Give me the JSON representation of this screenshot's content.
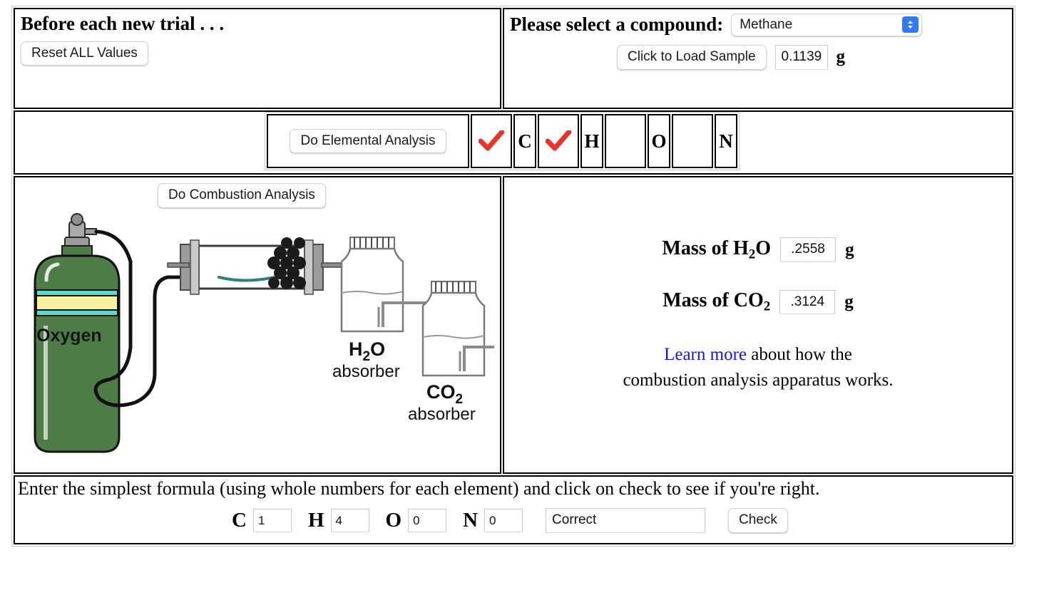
{
  "trial_panel": {
    "heading": "Before each new trial . . .",
    "reset_label": "Reset ALL Values"
  },
  "compound_panel": {
    "prompt": "Please select a compound:",
    "selected_compound": "Methane",
    "load_label": "Click to Load Sample",
    "sample_mass": "0.1139",
    "mass_unit": "g"
  },
  "elemental": {
    "button_label": "Do Elemental Analysis",
    "elements": [
      {
        "symbol": "C",
        "present": true
      },
      {
        "symbol": "H",
        "present": true
      },
      {
        "symbol": "O",
        "present": false
      },
      {
        "symbol": "N",
        "present": false
      }
    ],
    "check_color": "#e8342a"
  },
  "combustion": {
    "button_label": "Do Combustion Analysis",
    "apparatus": {
      "cylinder_label": "Oxygen",
      "absorber1_formula": "H",
      "absorber1_sub": "2",
      "absorber1_formula2": "O",
      "absorber1_caption": "absorber",
      "absorber2_formula": "CO",
      "absorber2_sub": "2",
      "absorber2_caption": "absorber",
      "cylinder_color": "#4e7c46",
      "band_cyan": "#5fd8cf",
      "band_yellow": "#f7f2a0"
    },
    "results": {
      "h2o_label_pre": "Mass of H",
      "h2o_label_sub": "2",
      "h2o_label_post": "O",
      "h2o_value": ".2558",
      "co2_label_pre": "Mass of CO",
      "co2_label_sub": "2",
      "co2_value": ".3124",
      "unit": "g",
      "learn_link": "Learn more",
      "learn_rest_1": " about how the",
      "learn_rest_2": "combustion analysis apparatus works.",
      "link_color": "#1414ee"
    }
  },
  "answer": {
    "instruction": "Enter the simplest formula (using whole numbers for each element) and click on check to see if you're right.",
    "fields": [
      {
        "symbol": "C",
        "value": "1"
      },
      {
        "symbol": "H",
        "value": "4"
      },
      {
        "symbol": "O",
        "value": "0"
      },
      {
        "symbol": "N",
        "value": "0"
      }
    ],
    "feedback": "Correct",
    "check_label": "Check"
  }
}
